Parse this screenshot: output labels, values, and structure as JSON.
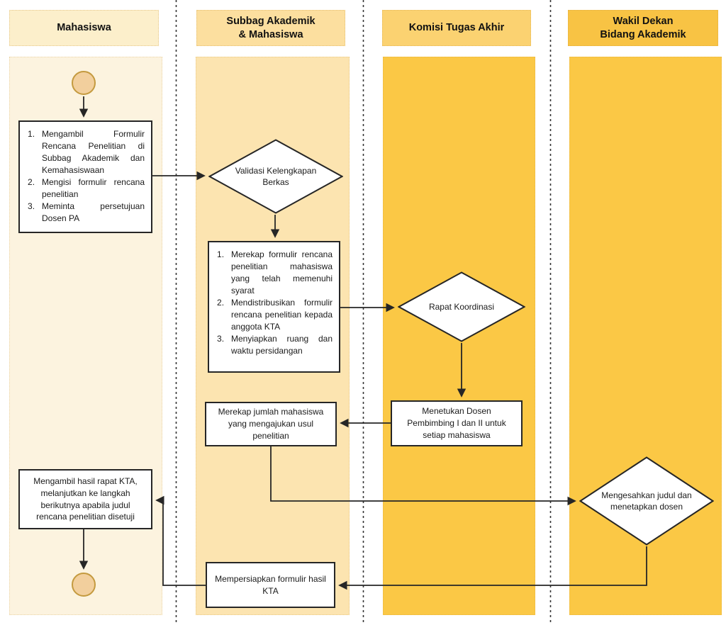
{
  "lanes": [
    {
      "id": "mahasiswa",
      "title": "Mahasiswa",
      "header_bg": "#FCEFCB",
      "body_bg": "#FCF3DF"
    },
    {
      "id": "subbag",
      "title": "Subbag Akademik\n& Mahasiswa",
      "header_bg": "#FCDF9F",
      "body_bg": "#FCE4B0"
    },
    {
      "id": "komisi",
      "title": "Komisi Tugas Akhir",
      "header_bg": "#FBD271",
      "body_bg": "#FBC845"
    },
    {
      "id": "wakil_dekan",
      "title": "Wakil Dekan\nBidang Akademik",
      "header_bg": "#F8C344",
      "body_bg": "#FBC845"
    }
  ],
  "nodes": {
    "mahasiswa_tasks": {
      "items": [
        "Mengambil Formulir Rencana Penelitian di Subbag Akademik dan Kemahasiswaan",
        "Mengisi formulir rencana penelitian",
        "Meminta persetujuan Dosen PA"
      ]
    },
    "validasi": {
      "label": "Validasi Kelengkapan Berkas"
    },
    "subbag_tasks": {
      "items": [
        "Merekap formulir rencana penelitian mahasiswa yang telah memenuhi syarat",
        "Mendistribusikan formulir rencana penelitian kepada anggota KTA",
        "Menyiapkan ruang dan waktu persidangan"
      ]
    },
    "rapat": {
      "label": "Rapat Koordinasi"
    },
    "menetukan": {
      "label": "Menetukan Dosen Pembimbing I dan II untuk setiap mahasiswa"
    },
    "merekap_jumlah": {
      "label": "Merekap jumlah mahasiswa yang mengajukan usul penelitian"
    },
    "mengesahkan": {
      "label": "Mengesahkan judul dan menetapkan dosen"
    },
    "mengambil_hasil": {
      "label": "Mengambil hasil rapat KTA, melanjutkan ke langkah berikutnya apabila judul rencana penelitian disetuji"
    },
    "mempersiapkan": {
      "label": "Mempersiapkan formulir hasil KTA"
    }
  },
  "colors": {
    "shape_border": "#262626",
    "shape_fill": "#FFFFFF",
    "connector": "#262626",
    "terminal_fill": "#F2CF9D",
    "terminal_border": "#C49A3F",
    "divider": "#333333"
  }
}
